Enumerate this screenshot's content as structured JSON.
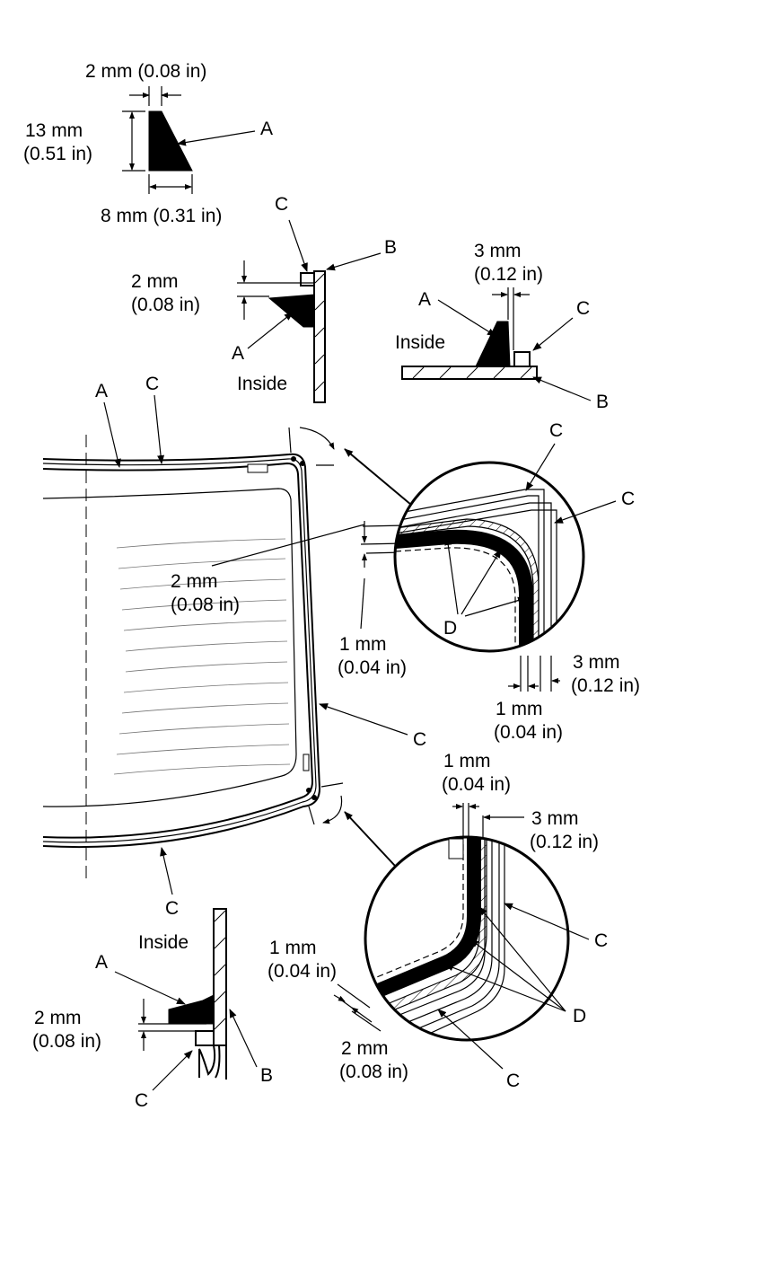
{
  "labels": {
    "a": "A",
    "b": "B",
    "c": "C",
    "d": "D",
    "inside": "Inside"
  },
  "dims": {
    "mm2": "2 mm",
    "in008": "(0.08 in)",
    "mm2_full": "2 mm (0.08 in)",
    "mm13": "13 mm",
    "in051": "(0.51 in)",
    "mm8_full": "8 mm (0.31 in)",
    "mm3": "3 mm",
    "in012": "(0.12 in)",
    "mm1": "1 mm",
    "in004": "(0.04 in)"
  }
}
